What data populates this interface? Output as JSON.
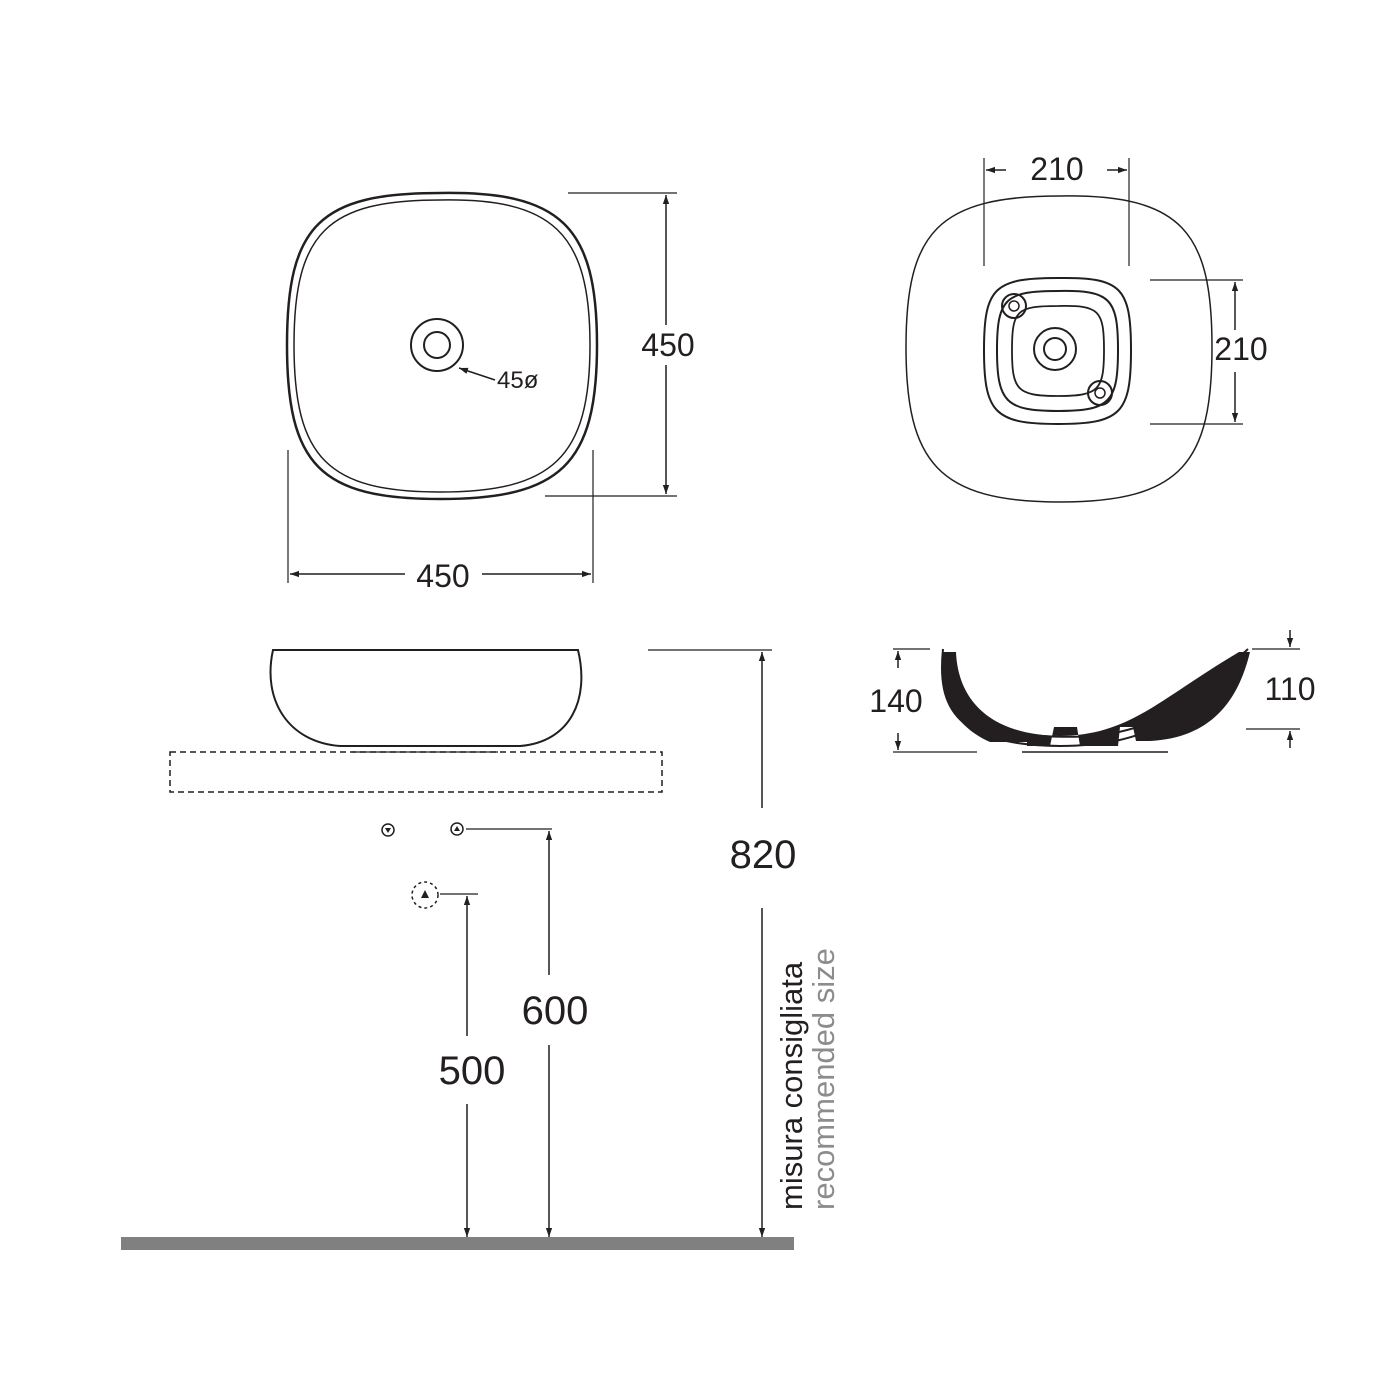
{
  "top_view": {
    "width": "450",
    "depth": "450",
    "drain": "45ø"
  },
  "bottom_view": {
    "width": "210",
    "depth": "210"
  },
  "side_view": {
    "overall_height": "140",
    "bowl_depth": "110"
  },
  "elevation": {
    "mounting_height": "820",
    "supply_height": "600",
    "waste_height": "500",
    "note_it": "misura consigliata",
    "note_en": "recommended size"
  },
  "colors": {
    "line": "#231f20",
    "floor": "#808080",
    "secondary_text": "#8c8c8c"
  }
}
